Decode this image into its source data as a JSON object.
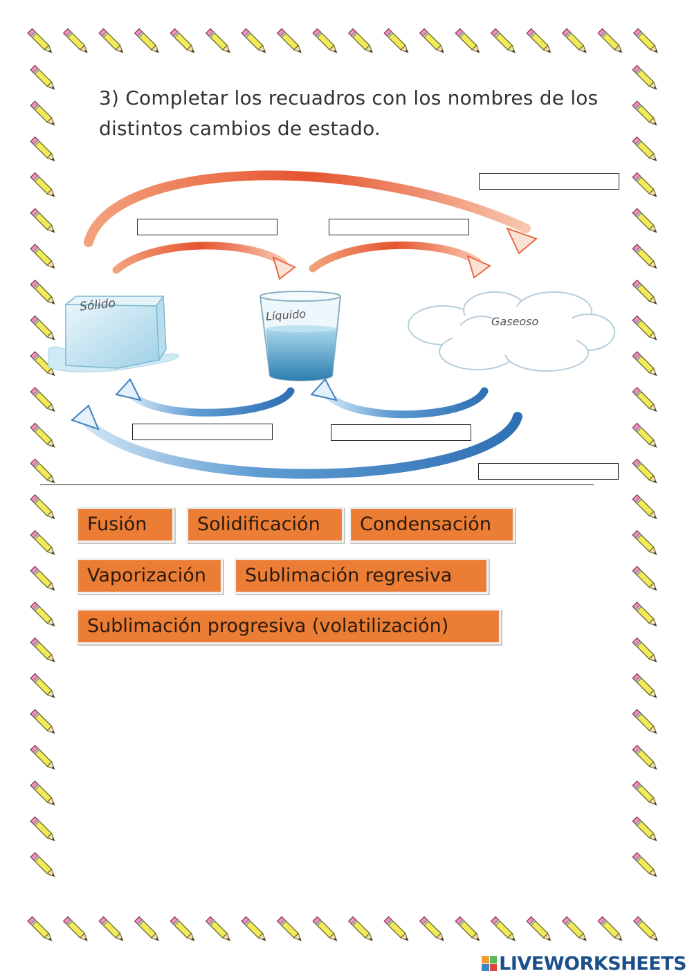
{
  "instruction": {
    "line1": "3) Completar los recuadros con los nombres de los",
    "line2": "distintos cambios de estado."
  },
  "diagram": {
    "states": {
      "solid": "Sólido",
      "liquid": "Líquido",
      "gas": "Gaseoso"
    },
    "drop_boxes": [
      "",
      "",
      "",
      "",
      "",
      ""
    ]
  },
  "word_bank": [
    {
      "label": "Fusión"
    },
    {
      "label": "Solidificación"
    },
    {
      "label": "Condensación"
    },
    {
      "label": "Vaporización"
    },
    {
      "label": "Sublimación regresiva"
    },
    {
      "label": "Sublimación progresiva (volatilización)"
    }
  ],
  "footer": {
    "brand": "LIVEWORKSHEETS",
    "logo_icon": "liveworksheets-logo-icon"
  },
  "colors": {
    "chip_fill": "#ec7d35",
    "warm_arrow": "#e8603a",
    "cool_arrow": "#4d8fc9",
    "pencil_body": "#f1ea5a",
    "pencil_eraser": "#f08fb8",
    "brand": "#1b4f8a"
  }
}
